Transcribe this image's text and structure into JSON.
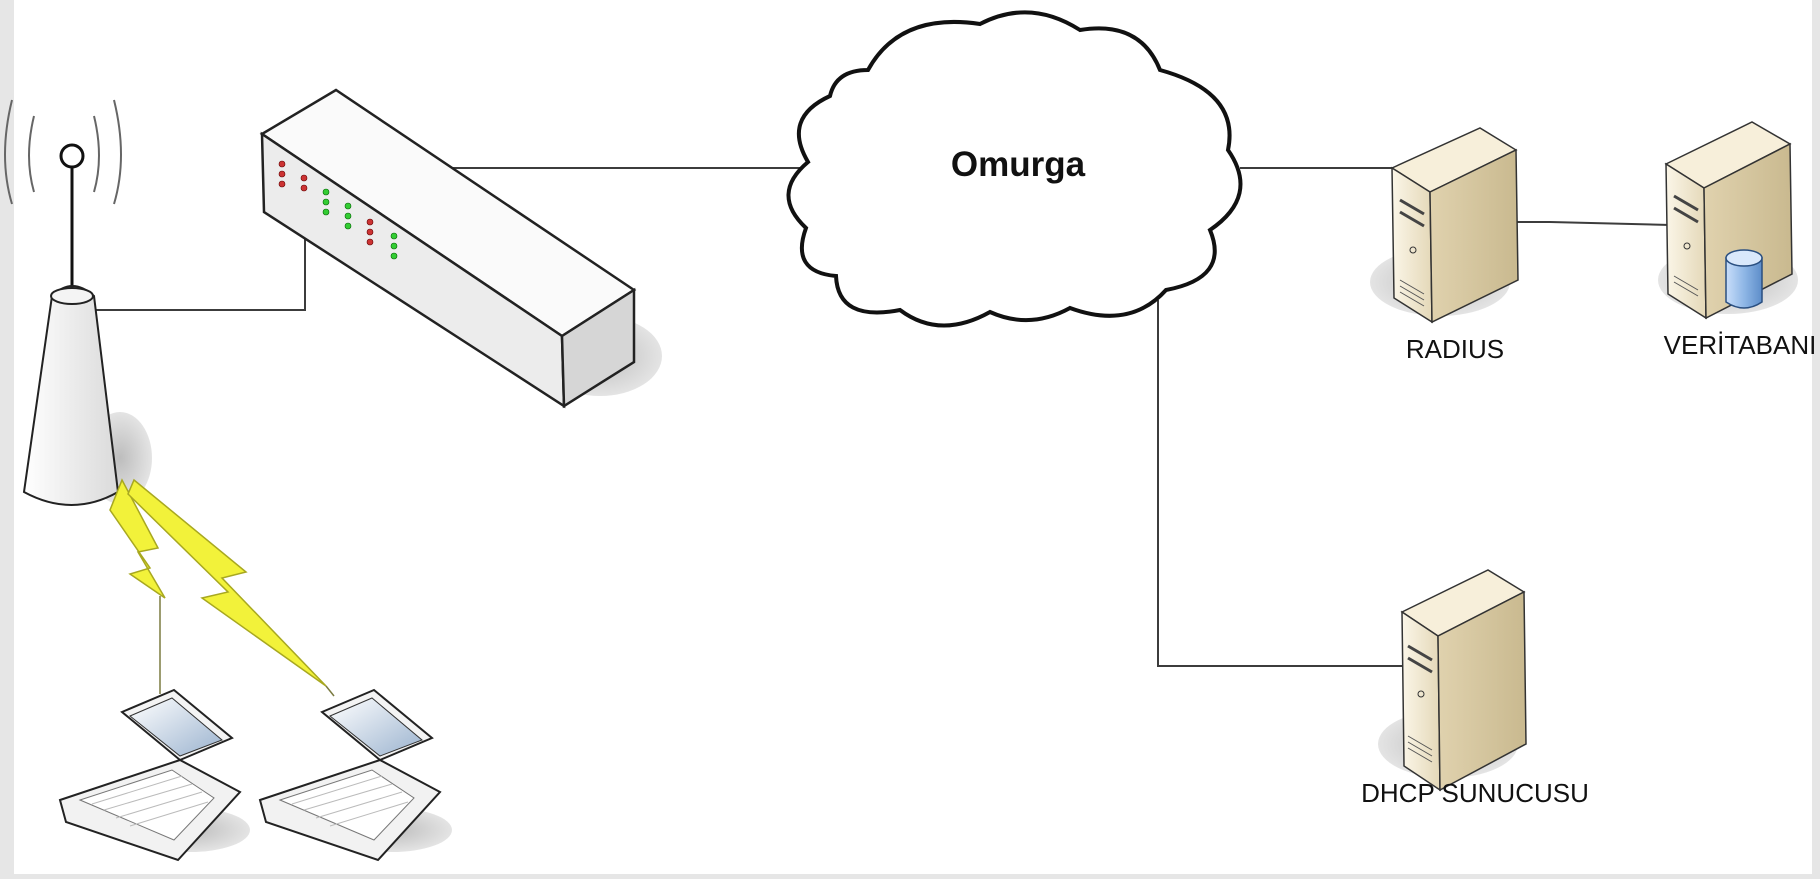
{
  "diagram": {
    "cloud_label": "Omurga",
    "radius_label": "RADIUS",
    "db_label": "VERİTABANI",
    "dhcp_label": "DHCP SUNUCUSU"
  },
  "colors": {
    "frame": "#e6e6e6",
    "canvas": "#ffffff",
    "line": "#3c3c3c",
    "lightning": "#f2f23a",
    "server_body": "#efe6cf",
    "switch_body": "#f3f3f3",
    "cylinder": "#9ec3ec"
  }
}
